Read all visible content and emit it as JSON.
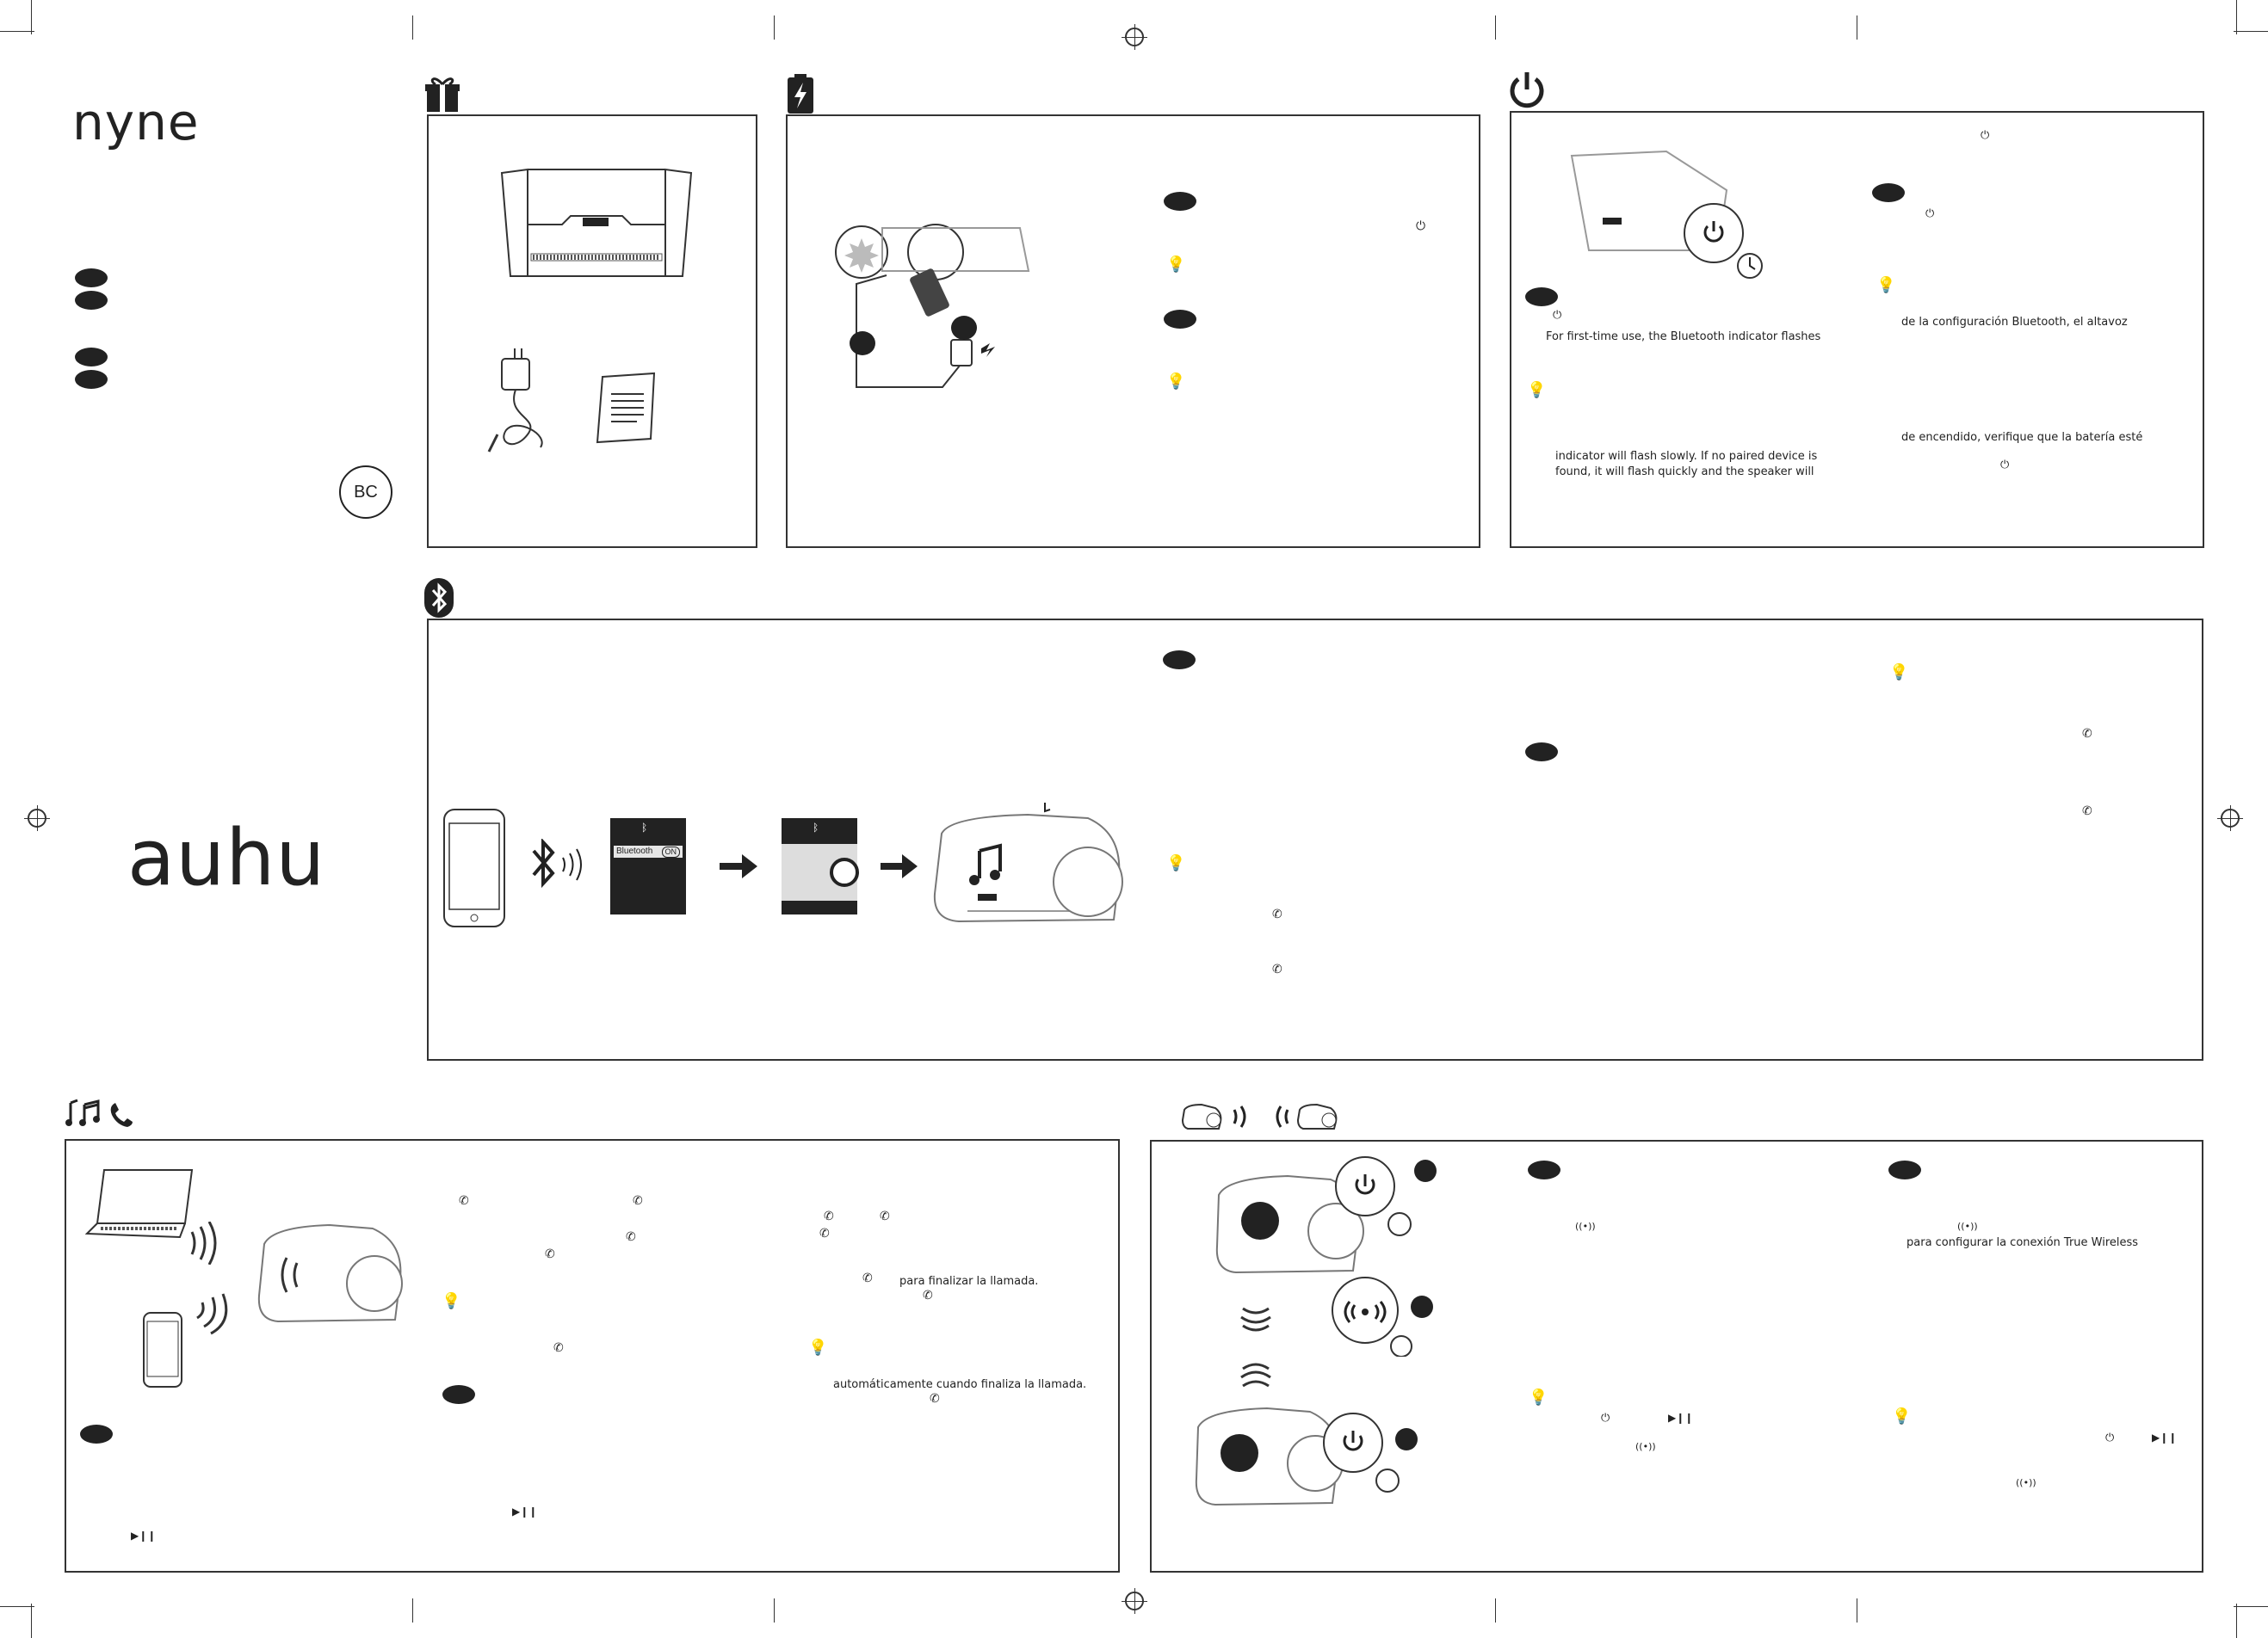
{
  "brand": {
    "logo": "nyne",
    "product": "auhu",
    "bc_mark": "BC"
  },
  "icons": {
    "package": "gift-icon",
    "charge": "battery-charge-icon",
    "power": "power-icon",
    "bluetooth": "bluetooth-icon",
    "music_call": "music-phone-icon",
    "tws": "speaker-pair-icon"
  },
  "charge_panel": {},
  "power_panel": {
    "line1": "For first-time use, the Bluetooth indicator flashes",
    "line2": "indicator will flash slowly. If no paired device is",
    "line3": "found, it will flash quickly and the speaker will",
    "es_line1": "de la configuración Bluetooth, el altavoz",
    "es_line2": "de encendido, verifique que la batería esté"
  },
  "bt_panel": {
    "bluetooth_label": "Bluetooth",
    "toggle_label": "ON"
  },
  "music_panel": {
    "es_end_call": "para finalizar la llamada.",
    "es_auto": "automáticamente cuando finaliza la llamada."
  },
  "tws_panel": {
    "es_config": "para configurar la conexión True Wireless"
  },
  "colors": {
    "ink": "#222222",
    "panel_border": "#333333"
  }
}
